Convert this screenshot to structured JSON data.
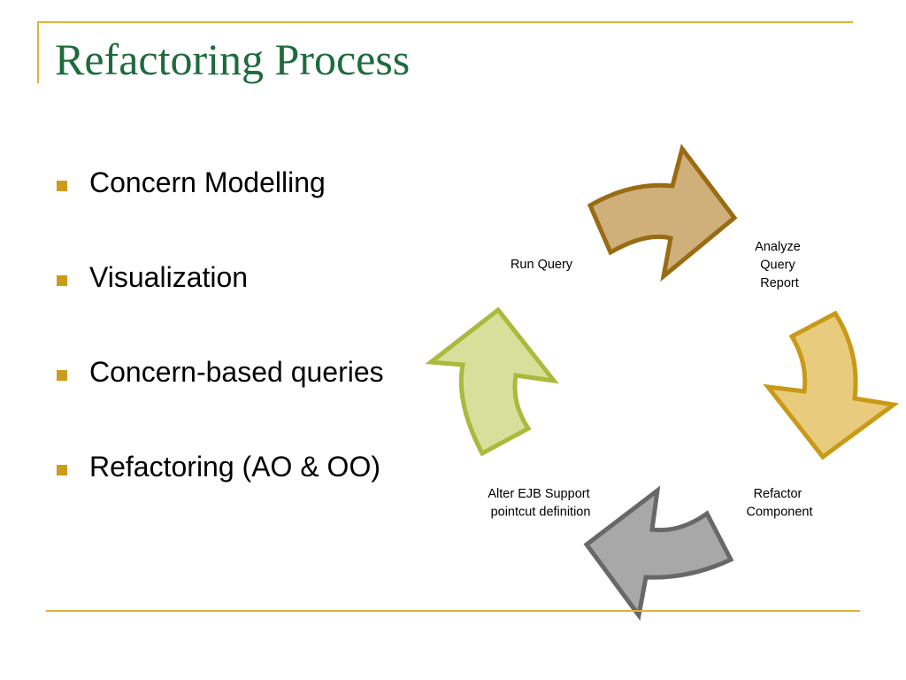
{
  "slide": {
    "title": "Refactoring Process",
    "bullets": [
      "Concern Modelling",
      "Visualization",
      "Concern-based queries",
      "Refactoring (AO & OO)"
    ],
    "cycle": {
      "steps": [
        {
          "lines": [
            "Run Query"
          ]
        },
        {
          "lines": [
            "Analyze",
            "Query",
            "Report"
          ]
        },
        {
          "lines": [
            "Refactor",
            "Component"
          ]
        },
        {
          "lines": [
            "Alter EJB Support",
            "pointcut definition"
          ]
        }
      ],
      "arrow_colors": {
        "top": {
          "fill": "#cfb07b",
          "stroke": "#9a6b12"
        },
        "right": {
          "fill": "#e9cb7d",
          "stroke": "#c99a17"
        },
        "bottom": {
          "fill": "#a8a8a8",
          "stroke": "#686868"
        },
        "left": {
          "fill": "#d6e09b",
          "stroke": "#a9ba3c"
        }
      }
    },
    "colors": {
      "title": "#1e6b3c",
      "accent_rule": "#e0b23a",
      "bullet_marker": "#cc9b1b"
    }
  }
}
